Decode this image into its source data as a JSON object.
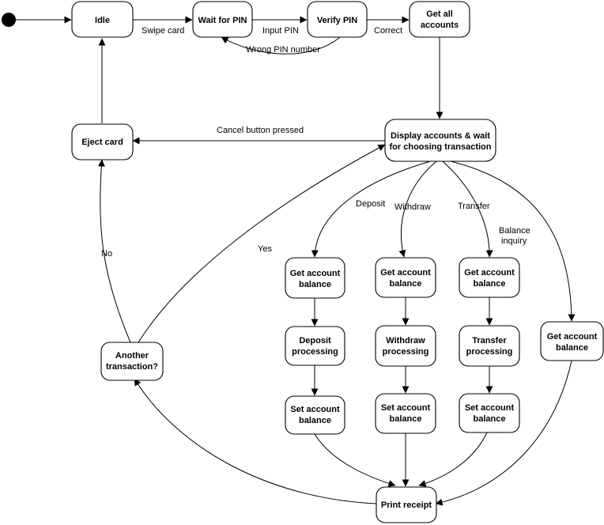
{
  "states": {
    "idle": [
      "Idle"
    ],
    "wait_pin": [
      "Wait for PIN"
    ],
    "verify_pin": [
      "Verify PIN"
    ],
    "get_all_accounts": [
      "Get all",
      "accounts"
    ],
    "display_accounts": [
      "Display accounts & wait",
      "for choosing transaction"
    ],
    "eject_card": [
      "Eject card"
    ],
    "deposit_get": [
      "Get account",
      "balance"
    ],
    "withdraw_get": [
      "Get account",
      "balance"
    ],
    "transfer_get": [
      "Get account",
      "balance"
    ],
    "inquiry_get": [
      "Get account",
      "balance"
    ],
    "deposit_proc": [
      "Deposit",
      "processing"
    ],
    "withdraw_proc": [
      "Withdraw",
      "processing"
    ],
    "transfer_proc": [
      "Transfer",
      "processing"
    ],
    "deposit_set": [
      "Set account",
      "balance"
    ],
    "withdraw_set": [
      "Set account",
      "balance"
    ],
    "transfer_set": [
      "Set account",
      "balance"
    ],
    "another": [
      "Another",
      "transaction?"
    ],
    "print_receipt": [
      "Print receipt"
    ]
  },
  "labels": {
    "swipe_card": "Swipe card",
    "input_pin": "Input PIN",
    "correct": "Correct",
    "wrong_pin": "Wrong PIN number",
    "cancel": "Cancel button pressed",
    "deposit": "Deposit",
    "withdraw": "Withdraw",
    "transfer": "Transfer",
    "balance_inquiry": [
      "Balance",
      "inquiry"
    ],
    "yes": "Yes",
    "no": "No"
  }
}
